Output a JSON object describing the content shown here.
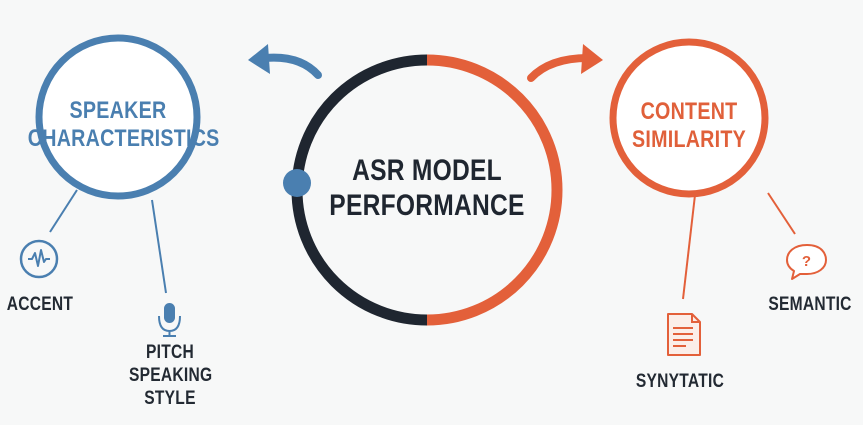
{
  "colors": {
    "blue": "#4a7fb0",
    "orange": "#e3603a",
    "dark": "#1f2630",
    "background": "#f7f8f8"
  },
  "center": {
    "title_line1": "ASR MODEL",
    "title_line2": "PERFORMANCE"
  },
  "left_node": {
    "title_line1": "SPEAKER",
    "title_line2": "CHARACTERISTICS",
    "children": [
      {
        "label": "ACCENT",
        "icon": "waveform-icon"
      },
      {
        "label_lines": [
          "PITCH",
          "SPEAKING",
          "STYLE"
        ],
        "icon": "microphone-icon"
      }
    ]
  },
  "right_node": {
    "title_line1": "CONTENT",
    "title_line2": "SIMILARITY",
    "children": [
      {
        "label": "SYNYTATIC",
        "icon": "document-icon"
      },
      {
        "label": "SEMANTIC",
        "icon": "question-bubble-icon"
      }
    ]
  }
}
